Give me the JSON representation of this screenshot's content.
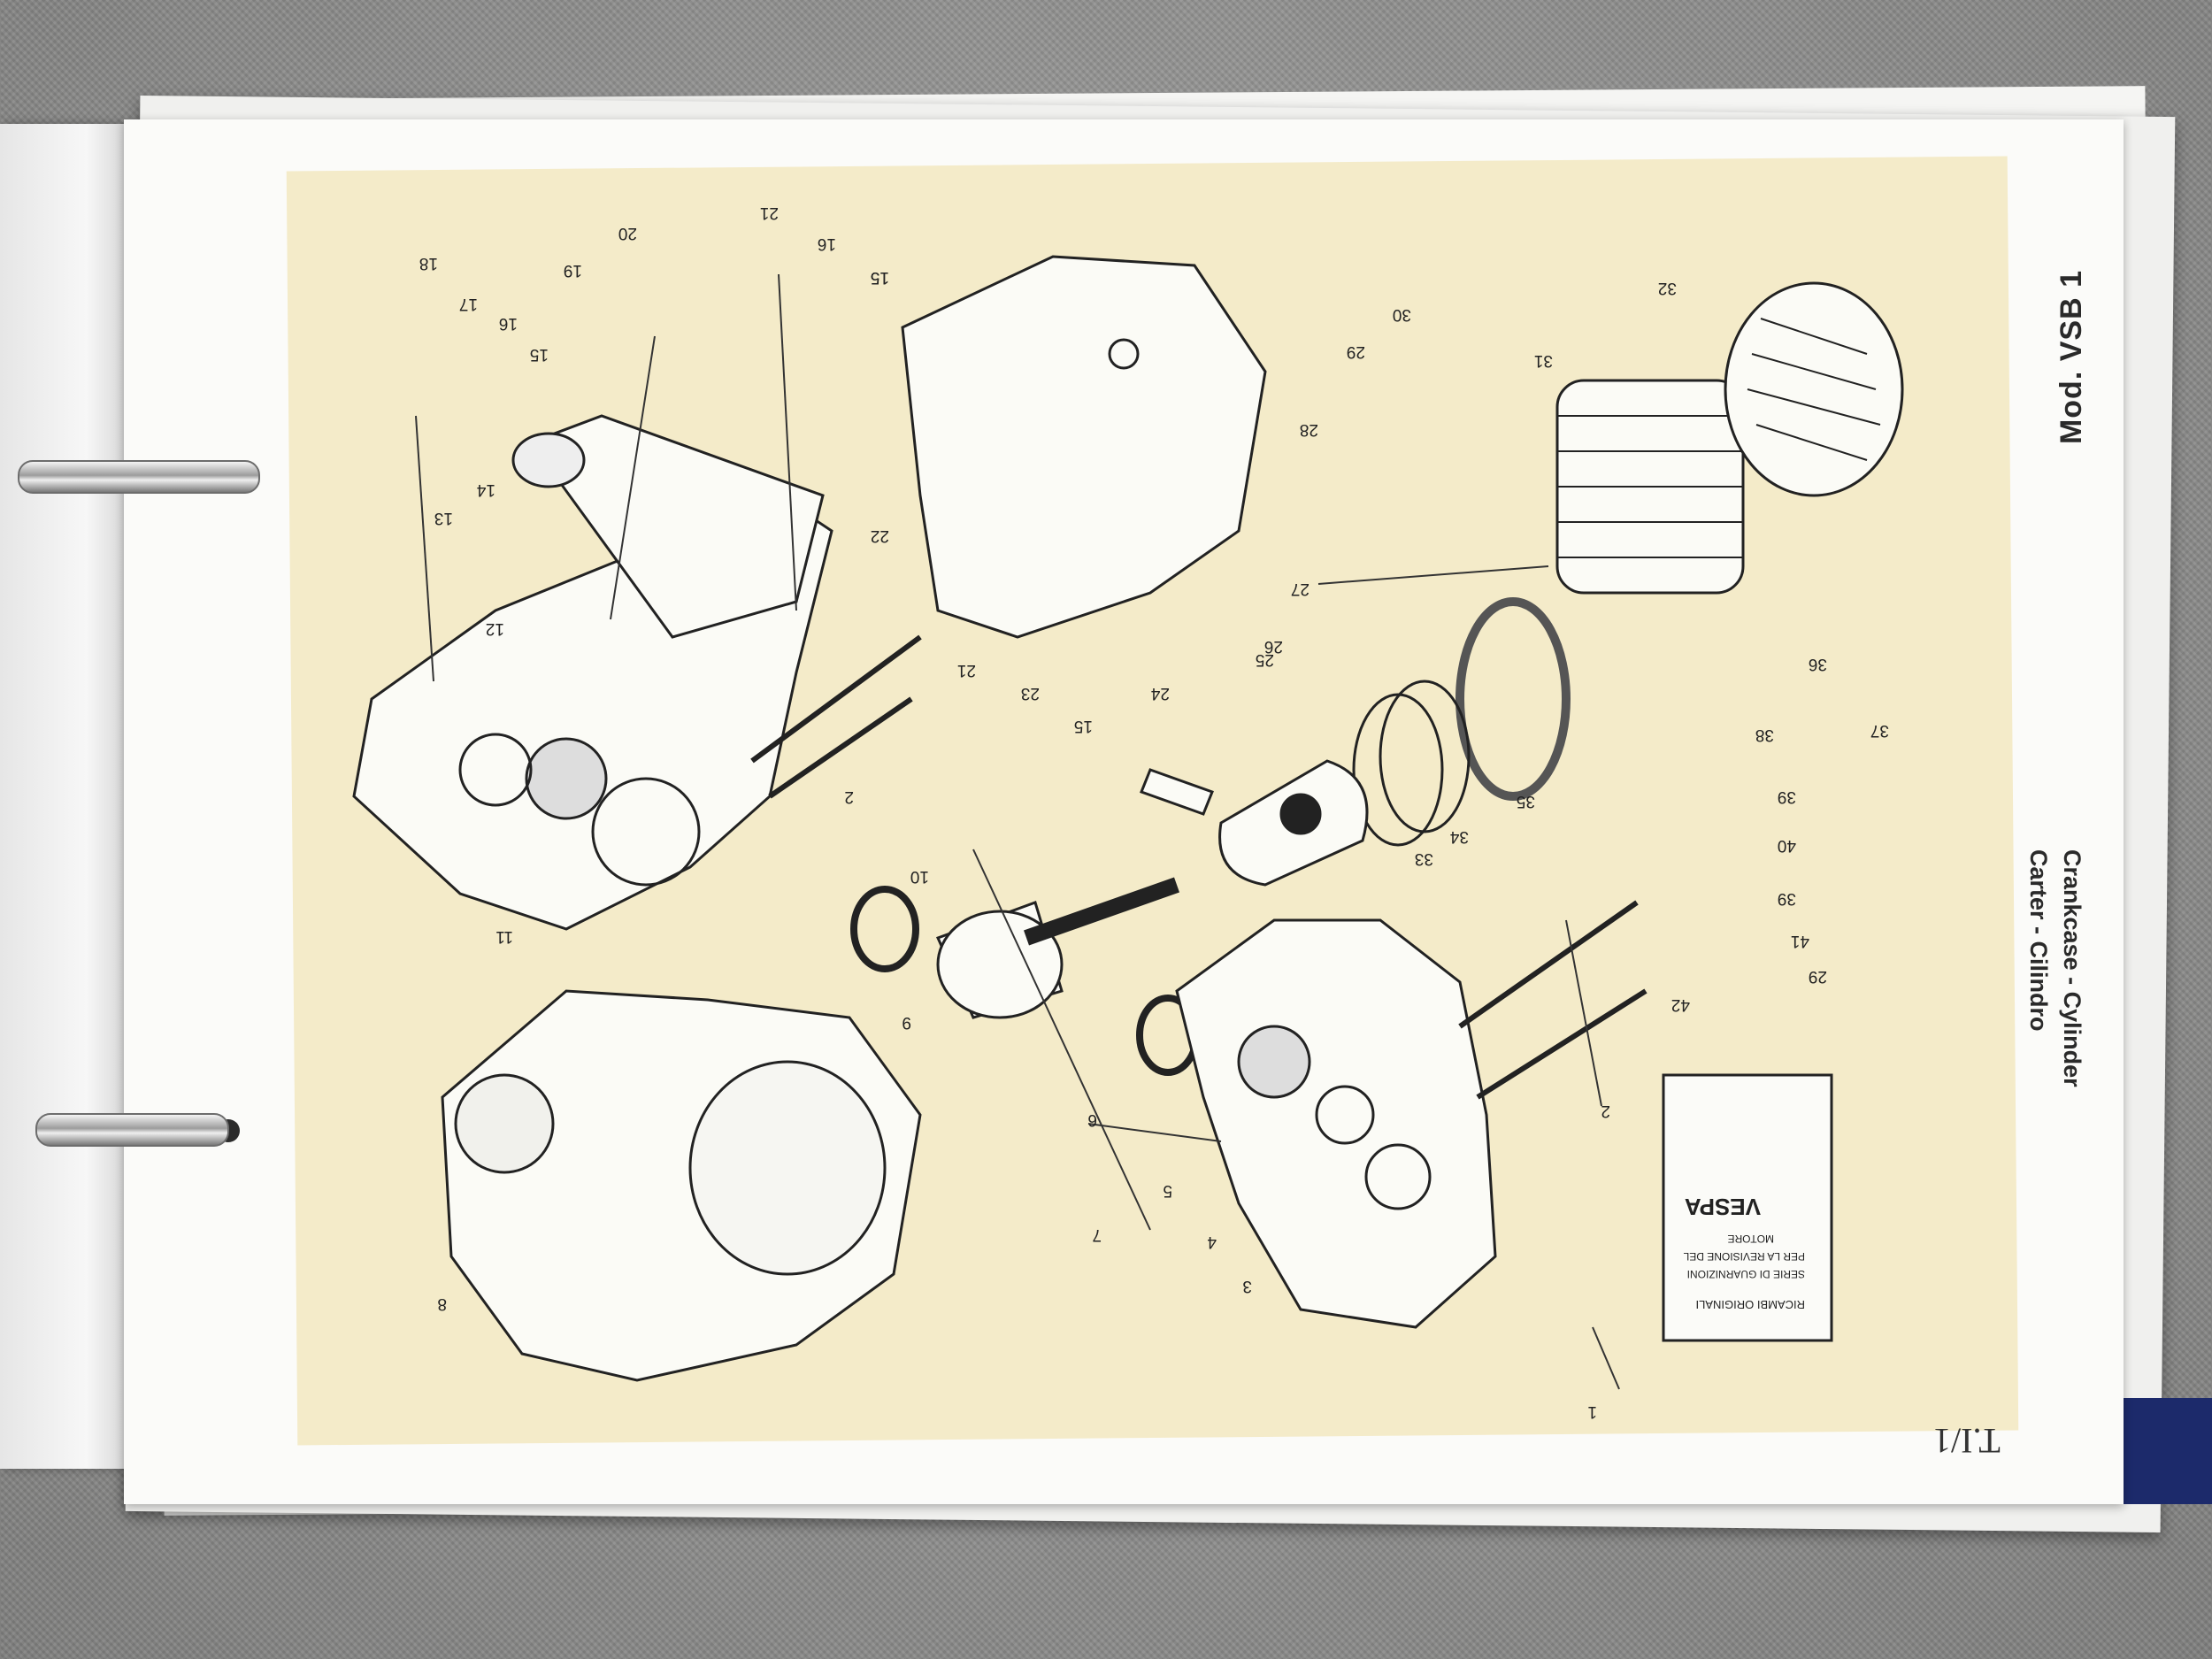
{
  "header": {
    "model": "Mod. VSB 1",
    "title_line1": "Crankcase - Cylinder",
    "title_line2": "Carter - Cilindro",
    "table_code": "T.I/1"
  },
  "part_labels": [
    "1",
    "2",
    "2",
    "3",
    "4",
    "5",
    "6",
    "7",
    "8",
    "9",
    "10",
    "11",
    "12",
    "13",
    "14",
    "15",
    "15",
    "15",
    "15",
    "16",
    "16",
    "17",
    "18",
    "19",
    "20",
    "21",
    "21",
    "22",
    "23",
    "24",
    "25",
    "26",
    "27",
    "28",
    "29",
    "29",
    "30",
    "31",
    "32",
    "33",
    "34",
    "35",
    "36",
    "37",
    "38",
    "39",
    "39",
    "40",
    "41",
    "42"
  ],
  "gasket_kit": {
    "brand": "RICAMBI ORIGINALI",
    "line1": "SERIE DI GUARNIZIONI",
    "line2": "PER LA REVISIONE DEL",
    "line3": "MOTORE",
    "logo": "VESPA"
  },
  "colors": {
    "plate": "#f4ebc9",
    "ink": "#222222",
    "paper": "#fbfbf9"
  }
}
